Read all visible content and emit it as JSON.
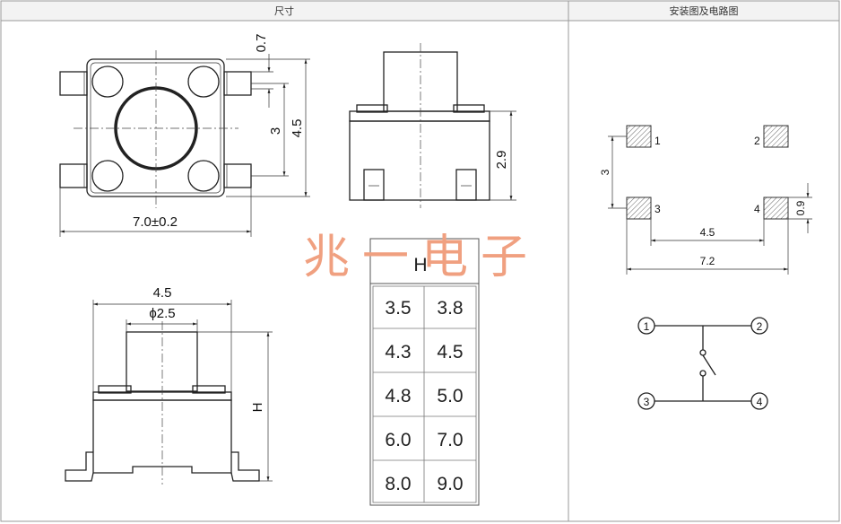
{
  "headers": {
    "left": "尺寸",
    "right": "安装图及电路图"
  },
  "watermark": "兆一电子",
  "dimensions": {
    "top_view": {
      "width": "7.0±0.2",
      "pin_offset": "0.7",
      "pin_pitch": "3",
      "body_height": "4.5"
    },
    "side_view": {
      "height": "2.9"
    },
    "front_view": {
      "width": "4.5",
      "actuator_dia": "ϕ2.5",
      "height_var": "H"
    },
    "footprint": {
      "pitch_v": "3",
      "pitch_h": "4.5",
      "overall": "7.2",
      "pad": "0.9",
      "pin_labels": [
        "1",
        "2",
        "3",
        "4"
      ]
    }
  },
  "height_table": {
    "header": "H",
    "rows": [
      [
        "3.5",
        "3.8"
      ],
      [
        "4.3",
        "4.5"
      ],
      [
        "4.8",
        "5.0"
      ],
      [
        "6.0",
        "7.0"
      ],
      [
        "8.0",
        "9.0"
      ]
    ]
  },
  "circuit": {
    "pins": [
      "1",
      "2",
      "3",
      "4"
    ]
  }
}
